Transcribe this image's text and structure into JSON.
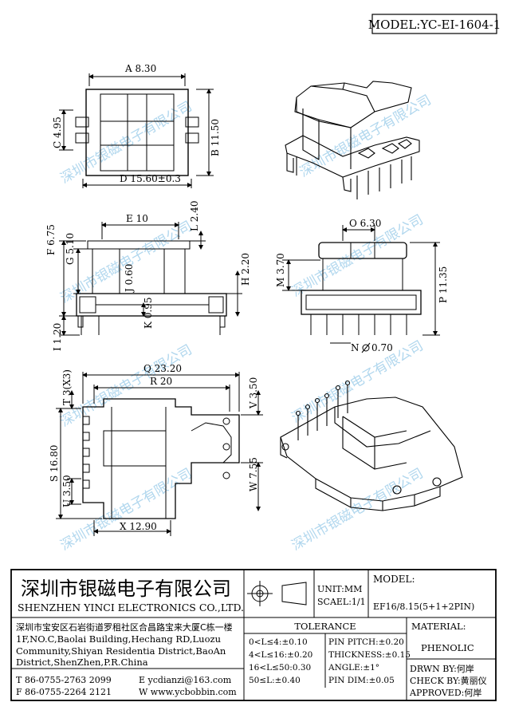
{
  "header": {
    "model": "MODEL:YC-EI-1604-1"
  },
  "watermark": {
    "text": "深圳市银磁电子有限公司",
    "color": "#a9d3ec"
  },
  "dims": {
    "A": "A 8.30",
    "B": "B 11.50",
    "C": "C 4.95",
    "D": "D 15.60±0.3",
    "E": "E 10",
    "F": "F 6.75",
    "G": "G 5.10",
    "L": "L 2.40",
    "J": "J 0.60",
    "K": "K 0.95",
    "I": "I 1.20",
    "H": "H 2.20",
    "O": "O 6.30",
    "M": "M 3.70",
    "P": "P 11.35",
    "N": "N",
    "N_val": "0.70",
    "Q": "Q 23.20",
    "R": "R 20",
    "T": "T 3(X3)",
    "V": "V 3.50",
    "S": "S 16.80",
    "U": "U 3.50",
    "W": "W 7.55",
    "X": "X 12.90"
  },
  "titleblock": {
    "company_cn": "深圳市银磁电子有限公司",
    "company_en": "SHENZHEN YINCI ELECTRONICS CO.,LTD.",
    "unit": "UNIT:MM",
    "scale": "SCAEL:1/1",
    "model_label": "MODEL:",
    "model_value": "EF16/8.15(5+1+2PIN)",
    "address": [
      "深圳市宝安区石岩街道罗租社区合昌路宝来大厦C栋一楼",
      "1F,NO.C,Baolai Building,Hechang RD,Luozu",
      "Community,Shiyan Residentia District,BaoAn",
      "District,ShenZhen,P.R.China"
    ],
    "tel": "T  86-0755-2763 2099",
    "fax": "F  86-0755-2264 2121",
    "email": "E  ycdianzi@163.com",
    "web": "W  www.ycbobbin.com",
    "tolerance_label": "TOLERANCE",
    "tol_left": [
      "0<L≤4:±0.10",
      "4<L≤16:±0.20",
      "16<L≤50:0.30",
      "50≤L:±0.40"
    ],
    "tol_right": [
      "PIN PITCH:±0.20",
      "THICKNESS:±0.15",
      "ANGLE:±1°",
      "PIN DIM:±0.05"
    ],
    "material_label": "MATERIAL:",
    "material_value": "PHENOLIC",
    "drwn": "DRWN BY:何岸",
    "check": "CHECK BY:黄丽仪",
    "approved": "APPROVED:何岸"
  }
}
